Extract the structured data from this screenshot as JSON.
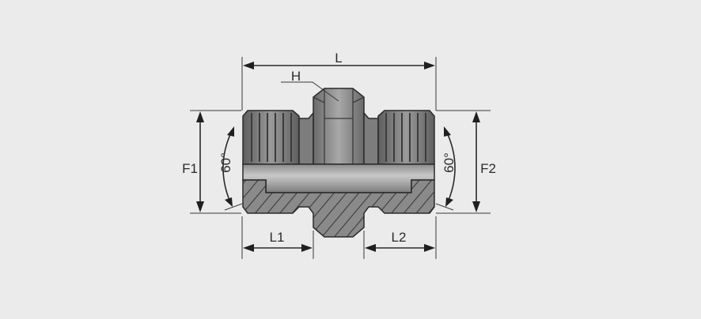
{
  "diagram": {
    "labels": {
      "overall_length": "L",
      "hex": "H",
      "thread_diameter_left": "F1",
      "thread_diameter_right": "F2",
      "thread_length_left": "L1",
      "thread_length_right": "L2",
      "cone_angle_left": "60°",
      "cone_angle_right": "60°"
    },
    "colors": {
      "background": "#ebebeb",
      "metal_dark": "#6e6e6e",
      "metal_mid": "#8a8a8a",
      "metal_light": "#b4b4b4",
      "section": "#7a7a7a",
      "lines": "#2b2b2b"
    }
  }
}
